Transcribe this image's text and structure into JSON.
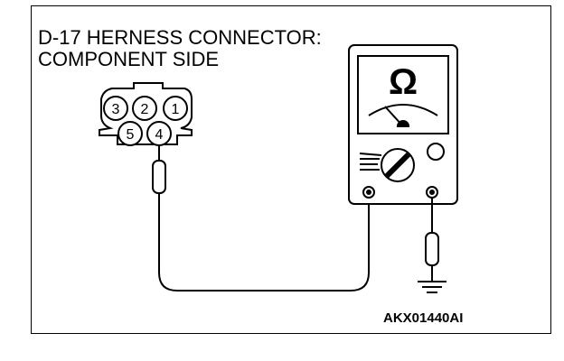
{
  "title": {
    "line1": "D-17 HERNESS CONNECTOR:",
    "line2": "COMPONENT SIDE"
  },
  "connector": {
    "pins": [
      "1",
      "2",
      "3",
      "4",
      "5"
    ]
  },
  "meter": {
    "unit_symbol": "Ω"
  },
  "figure_code": "AKX01440AI"
}
